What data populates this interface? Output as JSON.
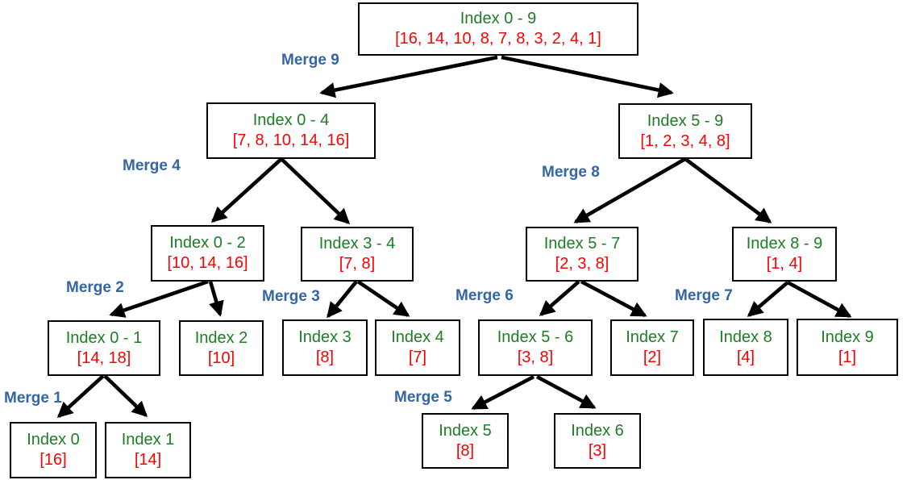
{
  "diagram_type": "merge-sort-recursion-tree",
  "colors": {
    "node_label": "#1e7d25",
    "node_array": "#ff0000",
    "merge_label": "#3465a4",
    "box_border": "#000000",
    "arrow": "#000000",
    "background": "#ffffff"
  },
  "nodes": [
    {
      "label": "Index 0 - 9",
      "array": "[16, 14, 10, 8, 7, 8, 3, 2, 4, 1]"
    },
    {
      "label": "Index 0 - 4",
      "array": "[7, 8, 10, 14, 16]"
    },
    {
      "label": "Index 5 - 9",
      "array": "[1, 2, 3, 4, 8]"
    },
    {
      "label": "Index 0 - 2",
      "array": "[10, 14, 16]"
    },
    {
      "label": "Index 3 - 4",
      "array": "[7, 8]"
    },
    {
      "label": "Index 5 - 7",
      "array": "[2, 3, 8]"
    },
    {
      "label": "Index 8 - 9",
      "array": "[1, 4]"
    },
    {
      "label": "Index 0 - 1",
      "array": "[14, 18]"
    },
    {
      "label": "Index 2",
      "array": "[10]"
    },
    {
      "label": "Index 3",
      "array": "[8]"
    },
    {
      "label": "Index 4",
      "array": "[7]"
    },
    {
      "label": "Index 5 - 6",
      "array": "[3, 8]"
    },
    {
      "label": "Index 7",
      "array": "[2]"
    },
    {
      "label": "Index 8",
      "array": "[4]"
    },
    {
      "label": "Index 9",
      "array": "[1]"
    },
    {
      "label": "Index 0",
      "array": "[16]"
    },
    {
      "label": "Index 1",
      "array": "[14]"
    },
    {
      "label": "Index 5",
      "array": "[8]"
    },
    {
      "label": "Index 6",
      "array": "[3]"
    }
  ],
  "merge_labels": [
    {
      "text": "Merge 9"
    },
    {
      "text": "Merge 4"
    },
    {
      "text": "Merge 8"
    },
    {
      "text": "Merge 2"
    },
    {
      "text": "Merge 3"
    },
    {
      "text": "Merge 6"
    },
    {
      "text": "Merge 7"
    },
    {
      "text": "Merge 1"
    },
    {
      "text": "Merge 5"
    }
  ],
  "edges": [
    {
      "from": 0,
      "to": 1,
      "points": [
        617,
        71,
        399,
        115
      ]
    },
    {
      "from": 0,
      "to": 2,
      "points": [
        622,
        71,
        833,
        115
      ]
    },
    {
      "from": 1,
      "to": 3,
      "points": [
        349,
        197,
        264,
        274
      ]
    },
    {
      "from": 1,
      "to": 4,
      "points": [
        349,
        197,
        432,
        276
      ]
    },
    {
      "from": 2,
      "to": 5,
      "points": [
        850,
        197,
        714,
        275
      ]
    },
    {
      "from": 2,
      "to": 6,
      "points": [
        850,
        197,
        955,
        275
      ]
    },
    {
      "from": 3,
      "to": 7,
      "points": [
        258,
        349,
        138,
        390
      ]
    },
    {
      "from": 3,
      "to": 8,
      "points": [
        261,
        349,
        273,
        390
      ]
    },
    {
      "from": 4,
      "to": 9,
      "points": [
        442,
        349,
        407,
        392
      ]
    },
    {
      "from": 4,
      "to": 10,
      "points": [
        444,
        349,
        506,
        391
      ]
    },
    {
      "from": 5,
      "to": 11,
      "points": [
        718,
        349,
        671,
        390
      ]
    },
    {
      "from": 5,
      "to": 12,
      "points": [
        721,
        349,
        800,
        391
      ]
    },
    {
      "from": 6,
      "to": 13,
      "points": [
        977,
        350,
        929,
        391
      ]
    },
    {
      "from": 6,
      "to": 14,
      "points": [
        977,
        350,
        1054,
        392
      ]
    },
    {
      "from": 7,
      "to": 15,
      "points": [
        128,
        466,
        73,
        516
      ]
    },
    {
      "from": 7,
      "to": 16,
      "points": [
        130,
        466,
        181,
        515
      ]
    },
    {
      "from": 11,
      "to": 17,
      "points": [
        662,
        467,
        587,
        506
      ]
    },
    {
      "from": 11,
      "to": 18,
      "points": [
        666,
        467,
        737,
        505
      ]
    }
  ]
}
